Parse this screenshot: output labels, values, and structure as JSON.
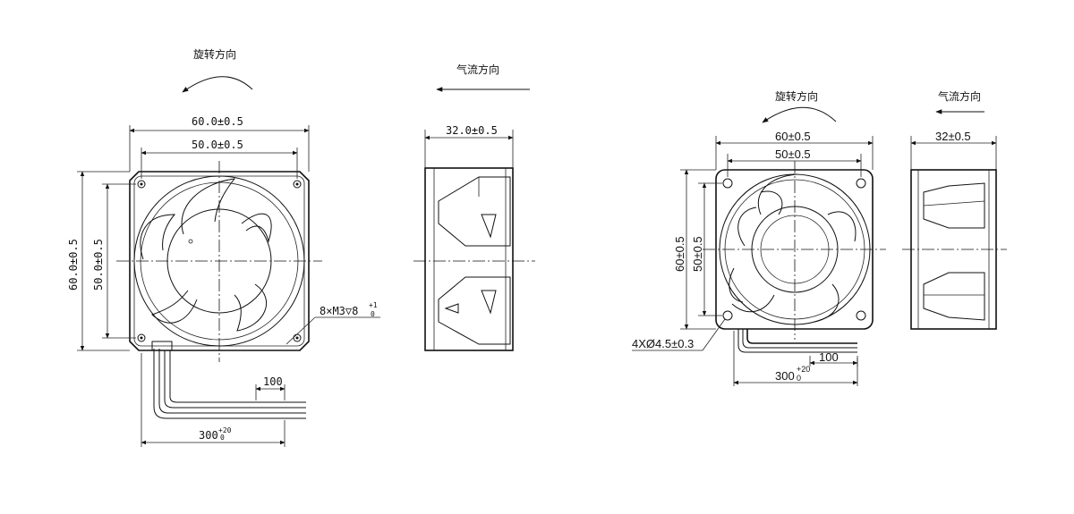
{
  "left_drawing": {
    "rotation_label": "旋转方向",
    "airflow_label": "气流方向",
    "frame_width": "60.0±0.5",
    "hole_spacing_width": "50.0±0.5",
    "frame_height": "60.0±0.5",
    "hole_spacing_height": "50.0±0.5",
    "depth": "32.0±0.5",
    "mounting_holes": "8×M3",
    "mounting_depth": "▽8",
    "mounting_tol": "+1",
    "mounting_tol_low": "0",
    "lead_strip": "100",
    "lead_length": "300",
    "lead_tol": "+20",
    "lead_tol_low": "0"
  },
  "right_drawing": {
    "rotation_label": "旋转方向",
    "airflow_label": "气流方向",
    "frame_width": "60±0.5",
    "hole_spacing_width": "50±0.5",
    "frame_height": "60±0.5",
    "hole_spacing_height": "50±0.5",
    "depth": "32±0.5",
    "mounting_holes": "4XØ4.5±0.3",
    "lead_strip": "100",
    "lead_length": "300",
    "lead_tol": "+20",
    "lead_tol_low": "0"
  },
  "colors": {
    "line": "#111111",
    "background": "#ffffff"
  }
}
